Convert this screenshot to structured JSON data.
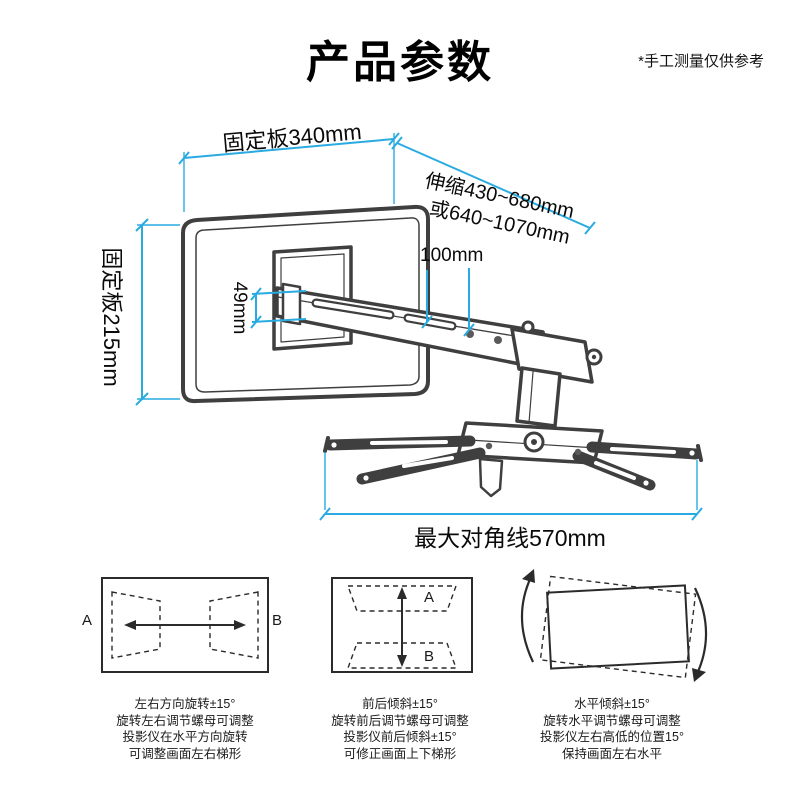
{
  "page": {
    "title": "产品参数",
    "note": "*手工测量仅供参考"
  },
  "dimensions": {
    "plate_width": "固定板340mm",
    "plate_height": "固定板215mm",
    "telescopic_line1": "伸缩430~680mm",
    "telescopic_line2": "或640~1070mm",
    "arm_width": "100mm",
    "slot_height": "49mm",
    "max_diagonal": "最大对角线570mm"
  },
  "adjust_diagrams": [
    {
      "label_a": "A",
      "label_b": "B",
      "caption": [
        "左右方向旋转±15°",
        "旋转左右调节螺母可调整",
        "投影仪在水平方向旋转",
        "可调整画面左右梯形"
      ]
    },
    {
      "label_a": "A",
      "label_b": "B",
      "caption": [
        "前后倾斜±15°",
        "旋转前后调节螺母可调整",
        "投影仪前后倾斜±15°",
        "可修正画面上下梯形"
      ]
    },
    {
      "caption": [
        "水平倾斜±15°",
        "旋转水平调节螺母可调整",
        "投影仪左右高低的位置15°",
        "保持画面左右水平"
      ]
    }
  ],
  "colors": {
    "dimension_line": "#29ABE2",
    "drawing_line": "#3F3F3F",
    "text": "#111111"
  }
}
